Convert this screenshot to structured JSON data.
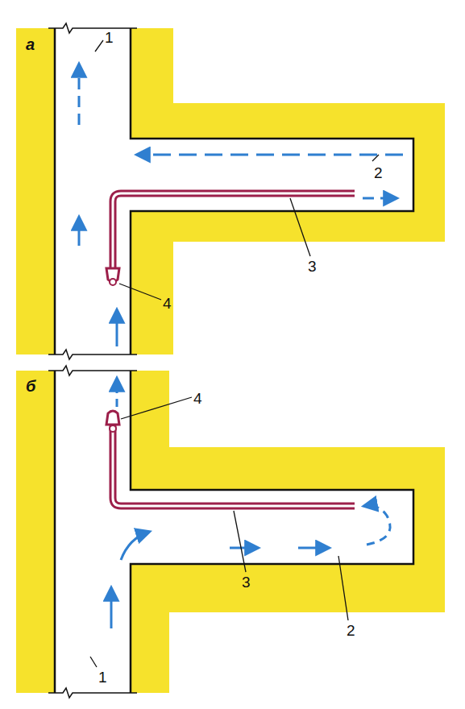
{
  "diagram": {
    "labels": [
      "а",
      "1",
      "2",
      "3",
      "4",
      "б",
      "4",
      "3",
      "2",
      "1"
    ]
  }
}
